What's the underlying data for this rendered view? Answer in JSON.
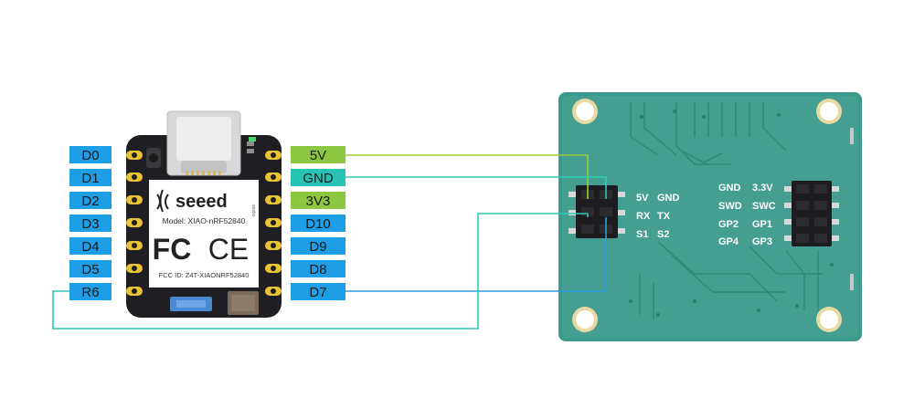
{
  "colors": {
    "wire_green": "#9acd3c",
    "wire_teal": "#2fc9b6",
    "wire_blue": "#2f9be0",
    "label_blue": "#1e9ee6",
    "label_green": "#8dc63f",
    "label_teal": "#28c3b5",
    "pcb_green": "#3b9a8c",
    "chip_black": "#1f1f23"
  },
  "xiao": {
    "brand": "seeed",
    "brand_sub": "studio",
    "model": "Model: XIAO-nRF52840",
    "cert_fc": "FC",
    "cert_ce": "CE",
    "fcc_id": "FCC ID: Z4T-XIAONRF52840",
    "left_pins": [
      "D0",
      "D1",
      "D2",
      "D3",
      "D4",
      "D5",
      "R6"
    ],
    "right_pins": [
      "5V",
      "GND",
      "3V3",
      "D10",
      "D9",
      "D8",
      "D7"
    ]
  },
  "module": {
    "left_header_labels": [
      [
        "5V",
        "GND"
      ],
      [
        "RX",
        "TX"
      ],
      [
        "S1",
        "S2"
      ]
    ],
    "right_header_left_labels": [
      "GND",
      "SWD",
      "GP2",
      "GP4"
    ],
    "right_header_right_labels": [
      "3.3V",
      "SWC",
      "GP1",
      "GP3"
    ]
  }
}
